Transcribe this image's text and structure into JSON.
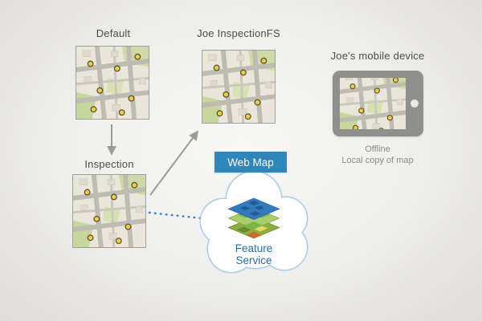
{
  "nodes": {
    "default_map": {
      "label": "Default"
    },
    "joe_inspectionfs_map": {
      "label": "Joe InspectionFS"
    },
    "inspection_map": {
      "label": "Inspection"
    },
    "mobile_device": {
      "label": "Joe's mobile device",
      "status": "Offline",
      "caption": "Local copy of map"
    },
    "web_map": {
      "label": "Web Map"
    },
    "feature_service": {
      "label": "Feature Service"
    }
  },
  "colors": {
    "web_map_banner": "#2e86ba",
    "cloud_outline": "#a8cde8",
    "dotted_link": "#3f87c4",
    "arrow": "#9a9a96",
    "label_text": "#4c4c4a",
    "map_point_marker": "#f2cf3a"
  }
}
